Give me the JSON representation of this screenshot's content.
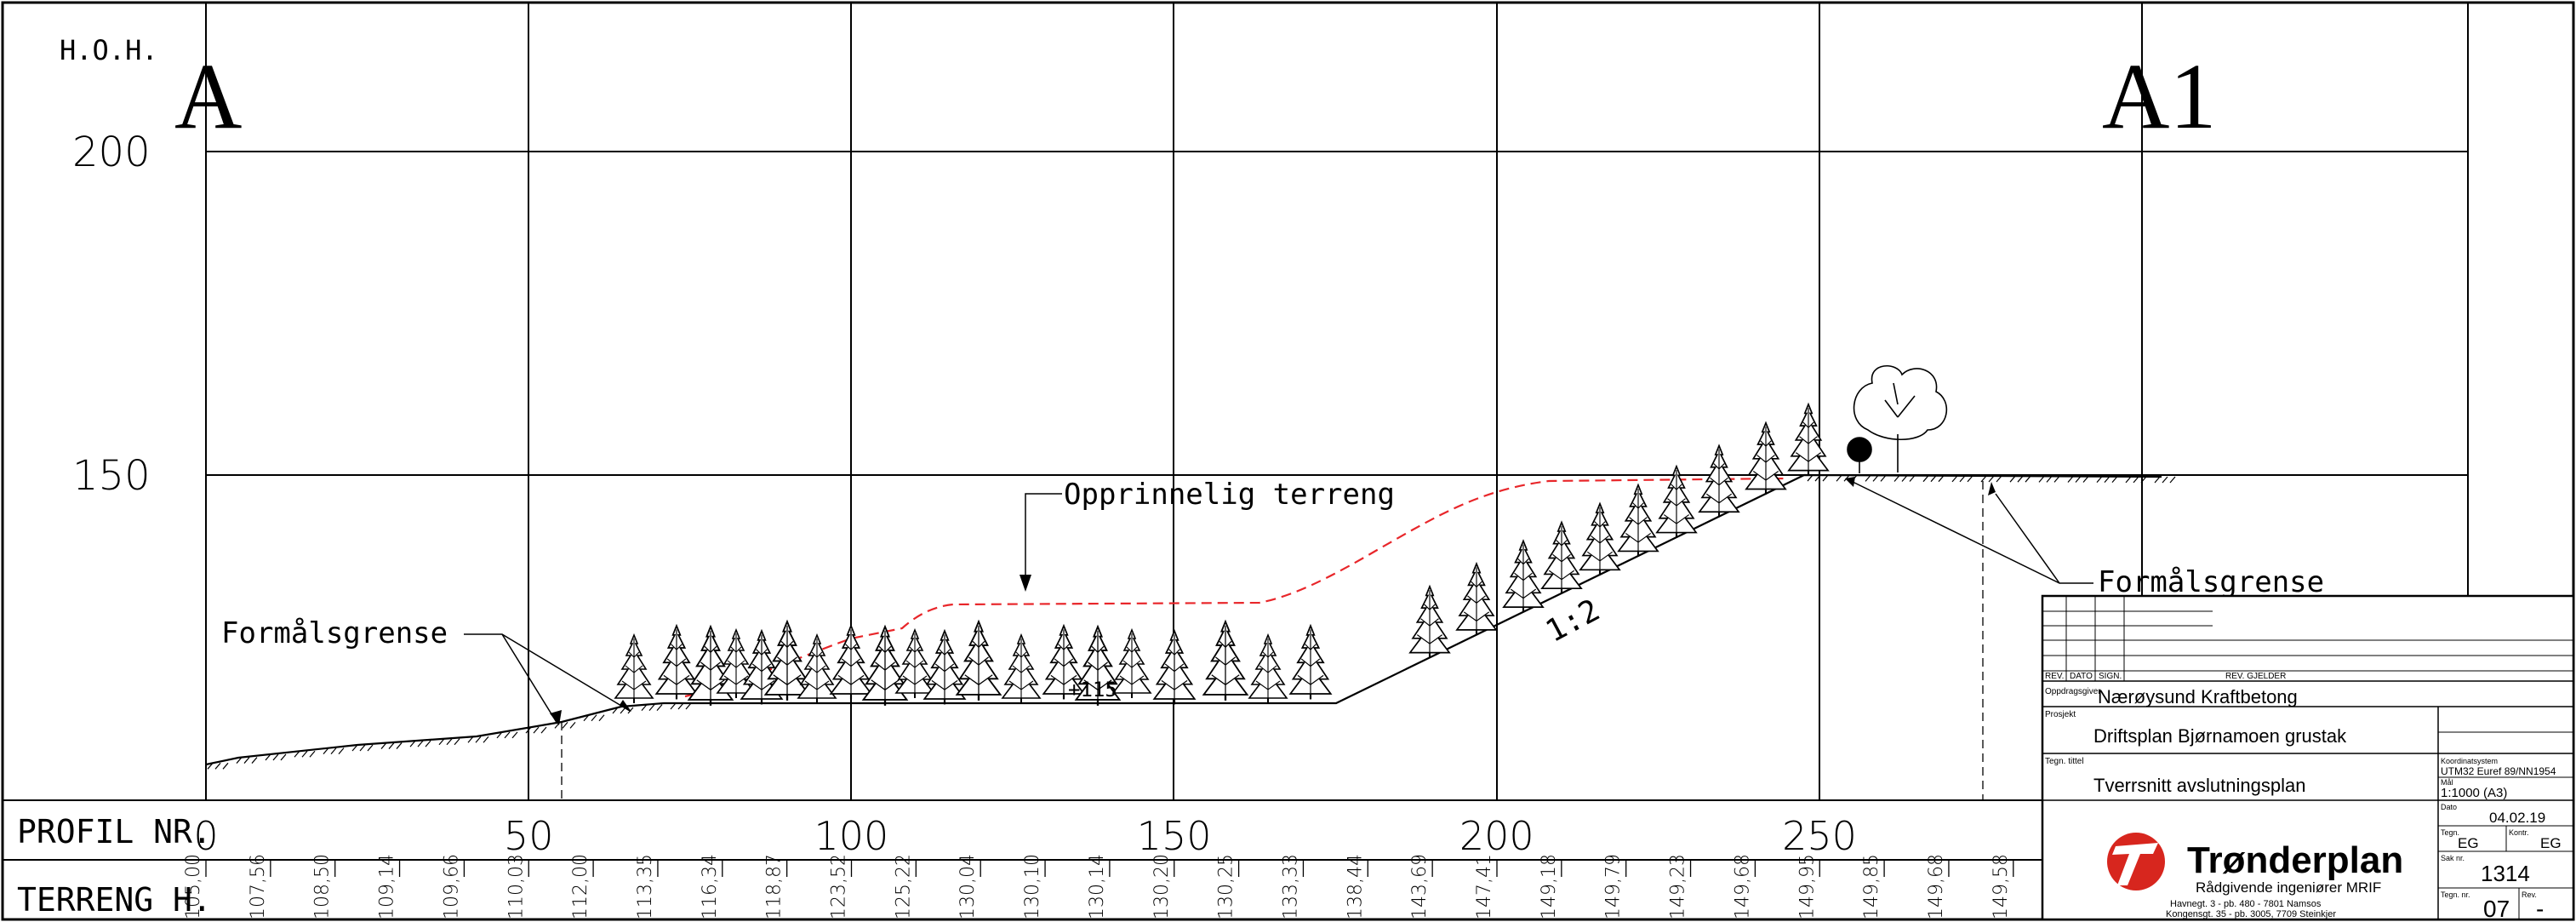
{
  "axis": {
    "elev_title": "H.O.H.",
    "elev_labels": [
      "200",
      "150"
    ],
    "profile_row_label": "PROFIL NR.",
    "profile_labels": [
      "0",
      "50",
      "100",
      "150",
      "200",
      "250"
    ],
    "terrain_row_label": "TERRENG H.",
    "terrain_values": [
      "105,00",
      "107,56",
      "108,50",
      "109,14",
      "109,66",
      "110,03",
      "112,00",
      "113,35",
      "116,34",
      "118,87",
      "123,52",
      "125,22",
      "130,04",
      "130,10",
      "130,14",
      "130,20",
      "130,25",
      "133,33",
      "138,44",
      "143,69",
      "147,41",
      "149,18",
      "149,79",
      "149,23",
      "149,68",
      "149,95",
      "149,85",
      "149,68",
      "149,58"
    ]
  },
  "section_marks": {
    "left": "A",
    "right": "A1"
  },
  "annotations": {
    "original_terrain": "Opprinnelig terreng",
    "boundary_left": "Formålsgrense",
    "boundary_right": "Formålsgrense",
    "slope_ratio": "1:2",
    "floor_level": "+115"
  },
  "title_block": {
    "rev_headers": [
      "REV.",
      "DATO",
      "SIGN.",
      "REV. GJELDER"
    ],
    "client_label": "Oppdragsgiver",
    "client": "Nærøysund Kraftbetong",
    "project_label": "Prosjekt",
    "project": "Driftsplan Bjørnamoen grustak",
    "drawing_title_label": "Tegn. tittel",
    "drawing_title": "Tverrsnitt avslutningsplan",
    "coord_label": "Koordinatsystem",
    "coord_system": "UTM32 Euref 89/NN1954",
    "scale_label": "Mål",
    "scale": "1:1000 (A3)",
    "date_label": "Dato",
    "date": "04.02.19",
    "drawn_label": "Tegn.",
    "drawn": "EG",
    "checked_label": "Kontr.",
    "checked": "EG",
    "job_label": "Sak nr.",
    "job_no": "1314",
    "sheet_label": "Tegn. nr.",
    "sheet_no": "07",
    "rev_label": "Rev.",
    "rev": "-",
    "company": "Trønderplan",
    "company_sub": "Rådgivende ingeniører MRIF",
    "address1": "Havnegt. 3 - pb. 480 - 7801 Namsos",
    "address2": "Kongensgt. 35 - pb. 3005, 7709 Steinkjer",
    "brand_color": "#d7261e"
  }
}
